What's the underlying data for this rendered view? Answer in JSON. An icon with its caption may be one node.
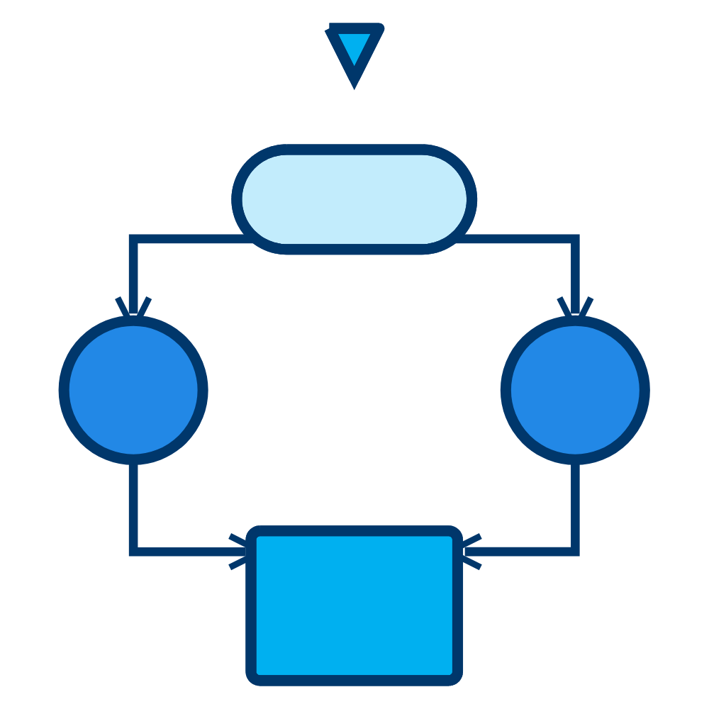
{
  "diagram": {
    "nodes": [
      {
        "text": [],
        "shape": "triangle"
      },
      {
        "text": [],
        "shape": "pill"
      },
      {
        "text": [],
        "shape": "circle"
      },
      {
        "text": [],
        "shape": "circle"
      },
      {
        "text": [],
        "shape": "box"
      }
    ],
    "edges": [
      {
        "from": 1,
        "to": 2,
        "arrow": "to"
      },
      {
        "from": 1,
        "to": 3,
        "arrow": "to"
      },
      {
        "from": 2,
        "to": 4,
        "arrow": "to"
      },
      {
        "from": 3,
        "to": 4,
        "arrow": "to"
      }
    ]
  }
}
